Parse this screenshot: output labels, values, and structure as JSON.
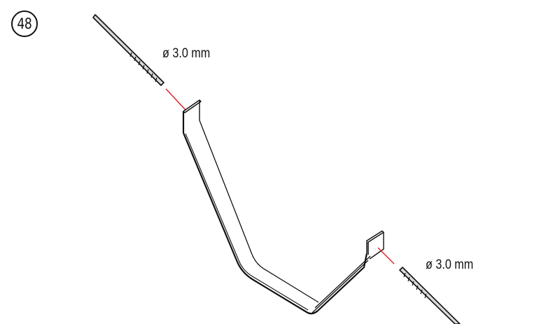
{
  "step": {
    "number": "48"
  },
  "drill_top": {
    "label": "ø 3.0 mm",
    "diameter_mm": 3.0
  },
  "drill_bottom": {
    "label": "ø 3.0 mm",
    "diameter_mm": 3.0
  },
  "colors": {
    "line": "#111111",
    "guide": "#e0262b",
    "drill_fill": "#d9d9d9"
  }
}
